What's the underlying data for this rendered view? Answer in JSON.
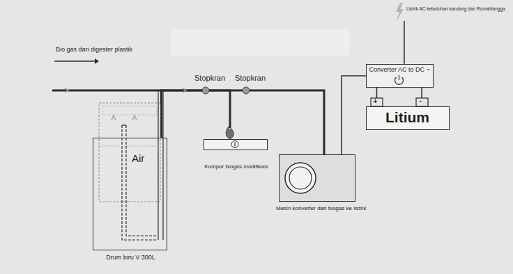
{
  "diagram": {
    "nodes": [
      {
        "text": [
          "Air",
          "Drum biru V 300L"
        ]
      },
      {
        "text": [
          "Kompor biogas modifikasi"
        ]
      },
      {
        "text": [
          "Mesin konverter dari biogas ke listrik"
        ]
      },
      {
        "text": [
          "Converter AC to DC ~"
        ]
      },
      {
        "text": [
          "Litium"
        ]
      }
    ],
    "edges": [
      {
        "from": 0,
        "to": 1,
        "arrow": "none"
      },
      {
        "from": 0,
        "to": 2,
        "arrow": "none"
      },
      {
        "from": 2,
        "to": 3,
        "arrow": "none"
      },
      {
        "from": 3,
        "to": 4,
        "arrow": "none"
      }
    ],
    "labels": [
      "Bio gas dari digester plastik",
      "Stopkran",
      "Stopkran",
      "Listrik AC kebutuhan kandang dan Rumahtangga",
      "+",
      "-"
    ]
  }
}
